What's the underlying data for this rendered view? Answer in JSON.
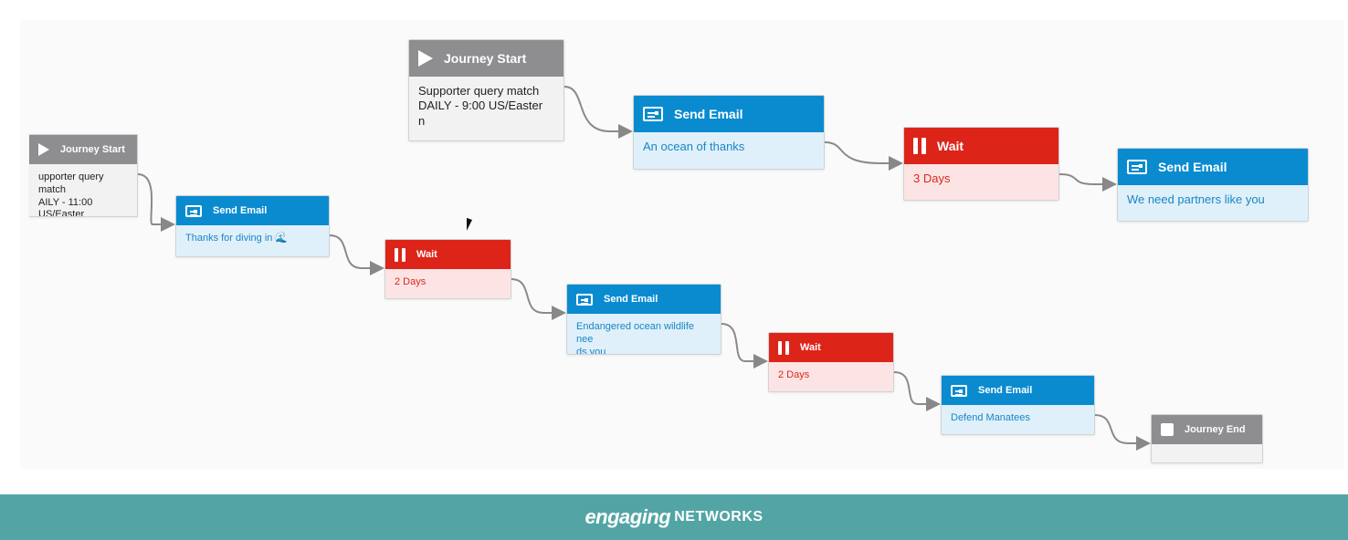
{
  "nodes": [
    {
      "id": "start-1",
      "type": "start",
      "title": "Journey Start",
      "lines": [
        "Supporter query match",
        "DAILY - 9:00 US/Easter",
        "n"
      ]
    },
    {
      "id": "email-1",
      "type": "email",
      "title": "Send Email",
      "lines": [
        "An ocean of thanks"
      ]
    },
    {
      "id": "wait-1",
      "type": "wait",
      "title": "Wait",
      "lines": [
        "3 Days"
      ]
    },
    {
      "id": "email-2",
      "type": "email",
      "title": "Send Email",
      "lines": [
        "We need partners like you"
      ]
    },
    {
      "id": "start-2",
      "type": "start",
      "title": "Journey Start",
      "lines": [
        "upporter query match",
        "AILY - 11:00 US/Easter"
      ]
    },
    {
      "id": "email-3",
      "type": "email",
      "title": "Send Email",
      "lines": [
        "Thanks for diving in 🌊"
      ]
    },
    {
      "id": "wait-2",
      "type": "wait",
      "title": "Wait",
      "lines": [
        "2 Days"
      ]
    },
    {
      "id": "email-4",
      "type": "email",
      "title": "Send Email",
      "lines": [
        "Endangered ocean wildlife nee",
        "ds you"
      ]
    },
    {
      "id": "wait-3",
      "type": "wait",
      "title": "Wait",
      "lines": [
        "2 Days"
      ]
    },
    {
      "id": "email-5",
      "type": "email",
      "title": "Send Email",
      "lines": [
        "Defend Manatees"
      ]
    },
    {
      "id": "end-1",
      "type": "end",
      "title": "Journey End",
      "lines": []
    }
  ],
  "footer": {
    "brand_a": "engaging",
    "brand_b": "NETWORKS"
  },
  "colors": {
    "email": "#0a8bd0",
    "wait": "#dd2419",
    "start": "#8e8d8f",
    "footer": "#53a5a5"
  }
}
